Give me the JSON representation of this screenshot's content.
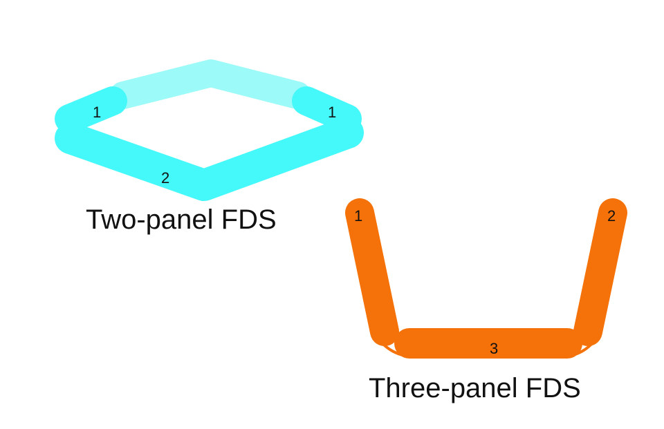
{
  "colors": {
    "cyan_panel": "#45f8f9",
    "cyan_light_panel": "#9cfaf9",
    "orange_panel": "#f47209"
  },
  "two_panel": {
    "caption": "Two-panel FDS",
    "labels": [
      "1",
      "1",
      "2"
    ]
  },
  "three_panel": {
    "caption": "Three-panel FDS",
    "labels": [
      "1",
      "2",
      "3"
    ]
  }
}
